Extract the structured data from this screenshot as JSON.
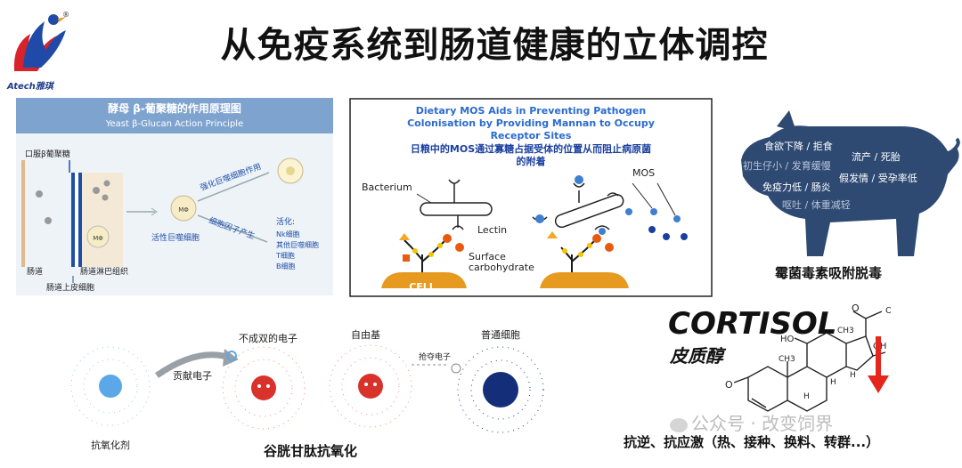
{
  "header": {
    "title": "从免疫系统到肠道健康的立体调控",
    "brand": "Atech雅琪",
    "registered": "®"
  },
  "panel1": {
    "title_cn": "酵母 β-葡聚糖的作用原理图",
    "title_en": "Yeast β-Glucan Action Principle",
    "oral": "口服β葡聚糖",
    "mo": "MΦ",
    "active_macrophage": "活性巨噬细胞",
    "enhance": "强化巨噬细胞作用",
    "cytokine": "细胞因子产生",
    "activate_title": "活化:",
    "activate_items": [
      "Nk细胞",
      "其他巨噬细胞",
      "T细胞",
      "B细胞"
    ],
    "gut": "肠道",
    "lymph": "肠道淋巴组织",
    "epithelial": "肠道上皮细胞"
  },
  "panel2": {
    "title_en": [
      "Dietary MOS Aids in Preventing Pathogen",
      "Colonisation by Providing Mannan to Occupy",
      "Receptor Sites"
    ],
    "title_cn": [
      "日粮中的MOS通过寡糖占据受体的位置从而阻止病原菌",
      "的附着"
    ],
    "bacterium": "Bacterium",
    "lectin": "Lectin",
    "surface1": "Surface",
    "surface2": "carbohydrate",
    "mos": "MOS",
    "cell": "CELL"
  },
  "panel3": {
    "symptoms": [
      "食欲下降 / 拒食",
      "流产 / 死胎",
      "初生仔小 / 发育缓慢",
      "假发情 / 受孕率低",
      "免疫力低 / 肠炎",
      "呕吐 / 体重减轻"
    ],
    "caption": "霉菌毒素吸附脱毒"
  },
  "panel4": {
    "antioxidant": "抗氧化剂",
    "donate": "贡献电子",
    "unpaired": "不成双的电子",
    "free_radical": "自由基",
    "steal": "抢夺电子",
    "normal_cell": "普通细胞",
    "caption": "谷胱甘肽抗氧化"
  },
  "panel5": {
    "cortisol_en": "CORTISOL",
    "cortisol_cn": "皮质醇",
    "atoms": {
      "o1": "O",
      "oh1": "OH",
      "ho": "HO",
      "oh2": "OH",
      "ch3a": "CH3",
      "ch3b": "CH3",
      "h1": "H",
      "h2": "H",
      "h3": "H",
      "o2": "O"
    },
    "watermark": "公众号 · 改变饲界",
    "caption": "抗逆、抗应激（热、接种、换料、转群...）"
  },
  "colors": {
    "accent_blue": "#1a56b4",
    "cell_orange": "#e69a1f",
    "pig": "#2e4a73",
    "arrow_red": "#e5261c",
    "radical_red": "#d8322a"
  }
}
